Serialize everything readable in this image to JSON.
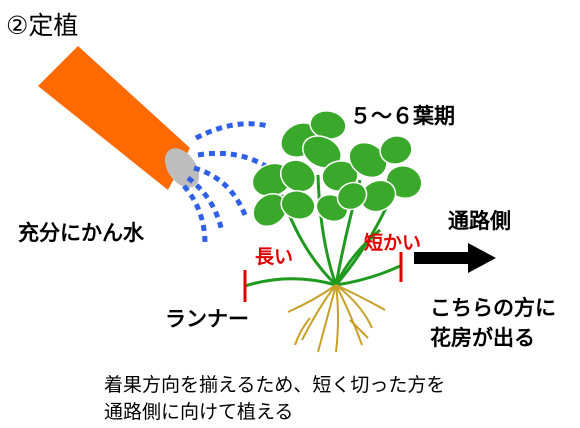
{
  "title": "②定植",
  "labels": {
    "stage": "５～６葉期",
    "watering": "充分にかん水",
    "aisle_side": "通路側",
    "runner": "ランナー",
    "flower_line1": "こちらの方に",
    "flower_line2": "花房が出る",
    "long": "長い",
    "short": "短かい"
  },
  "caption": {
    "line1": "着果方向を揃えるため、短く切った方を",
    "line2": "通路側に向けて植える"
  },
  "colors": {
    "nozzle": "#ff6a00",
    "water": "#2e5fe8",
    "leaf": "#3aa82a",
    "stem": "#1f9a1f",
    "root": "#c8a028",
    "marker": "#e00000",
    "arrow": "#000000"
  }
}
